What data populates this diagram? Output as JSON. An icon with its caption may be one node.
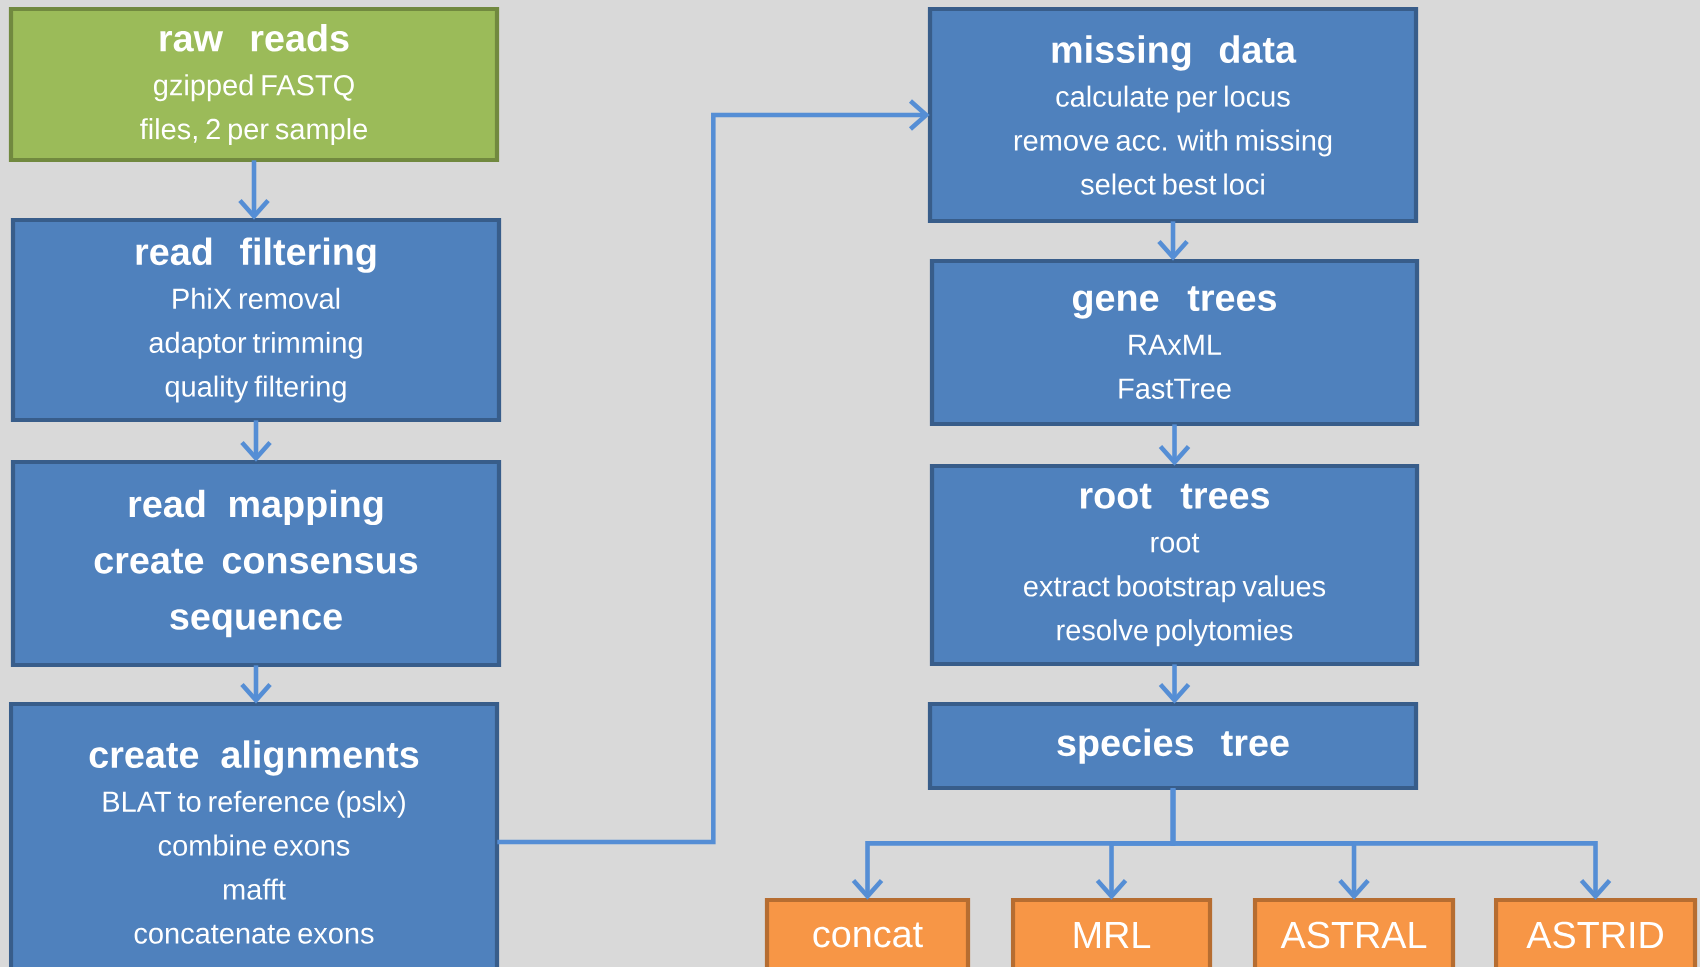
{
  "diagram": {
    "nodes": [
      {
        "text": [
          "raw reads",
          "gzipped FASTQ files, 2 per sample"
        ]
      },
      {
        "text": [
          "read filtering",
          "PhiX removal",
          "adaptor trimming",
          "quality filtering"
        ]
      },
      {
        "text": [
          "read mapping",
          "create consensus sequence"
        ]
      },
      {
        "text": [
          "create alignments",
          "BLAT to reference (pslx)",
          "combine exons",
          "mafft",
          "concatenate exons"
        ]
      },
      {
        "text": [
          "missing data",
          "calculate per locus",
          "remove acc. with missing",
          "select best loci"
        ]
      },
      {
        "text": [
          "gene trees",
          "RAxML",
          "FastTree"
        ]
      },
      {
        "text": [
          "root trees",
          "root",
          "extract bootstrap values",
          "resolve polytomies"
        ]
      },
      {
        "text": [
          "species tree"
        ]
      },
      {
        "text": [
          "concat"
        ]
      },
      {
        "text": [
          "MRL"
        ]
      },
      {
        "text": [
          "ASTRAL"
        ]
      },
      {
        "text": [
          "ASTRID"
        ]
      }
    ],
    "edges": [
      {
        "from": 0,
        "to": 1,
        "arrow": "to"
      },
      {
        "from": 1,
        "to": 2,
        "arrow": "to"
      },
      {
        "from": 2,
        "to": 3,
        "arrow": "to"
      },
      {
        "from": 3,
        "to": 4,
        "arrow": "to"
      },
      {
        "from": 4,
        "to": 5,
        "arrow": "to"
      },
      {
        "from": 5,
        "to": 6,
        "arrow": "to"
      },
      {
        "from": 6,
        "to": 7,
        "arrow": "to"
      },
      {
        "from": 7,
        "to": 8,
        "arrow": "to"
      },
      {
        "from": 7,
        "to": 9,
        "arrow": "to"
      },
      {
        "from": 7,
        "to": 10,
        "arrow": "to"
      },
      {
        "from": 7,
        "to": 11,
        "arrow": "to"
      }
    ]
  }
}
